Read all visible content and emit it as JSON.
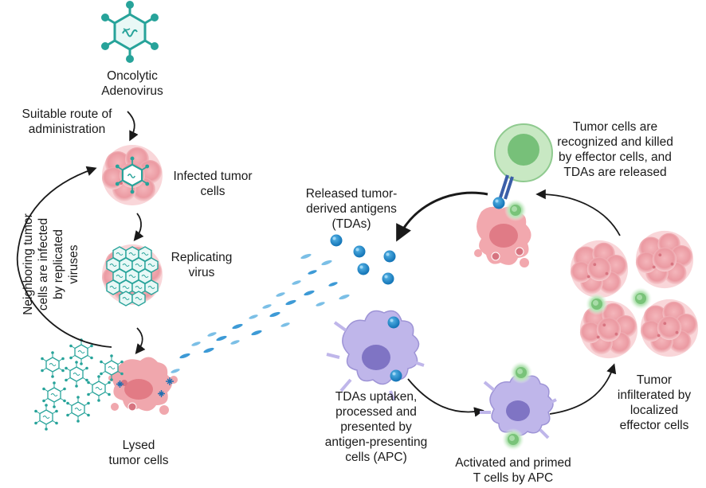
{
  "labels": {
    "oncolytic": [
      "Oncolytic",
      "Adenovirus"
    ],
    "route": [
      "Suitable route of",
      "administration"
    ],
    "infected": [
      "Infected tumor",
      "cells"
    ],
    "replicating": [
      "Replicating",
      "virus"
    ],
    "lysed": [
      "Lysed",
      "tumor cells"
    ],
    "neighboring": [
      "Neighboring tumor",
      "cells are infected",
      "by replicated",
      "viruses"
    ],
    "released": [
      "Released tumor-",
      "derived antigens",
      "(TDAs)"
    ],
    "recognized": [
      "Tumor cells are",
      "recognized and killed",
      "by effector cells, and",
      "TDAs are released"
    ],
    "uptaken": [
      "TDAs uptaken,",
      "processed and",
      "presented by",
      "antigen-presenting",
      "cells (APC)"
    ],
    "activated": [
      "Activated and primed",
      "T cells by APC"
    ],
    "infiltrated": [
      "Tumor",
      "infilterated by",
      "localized",
      "effector cells"
    ]
  },
  "colors": {
    "virus": "#27a39a",
    "tumor": "#f0a0a6",
    "tumor_dark": "#e27b85",
    "apc": "#a9a0dc",
    "tdas": "#1f8ac8",
    "tcell_glow": "#9ad69a",
    "effector": "#a8d8a8",
    "arrow": "#1a1a1a"
  },
  "icons": [
    "adenovirus-icon",
    "tumor-cell-icon",
    "apc-icon",
    "t-cell-icon",
    "antigen-icon",
    "arrow-icon"
  ]
}
